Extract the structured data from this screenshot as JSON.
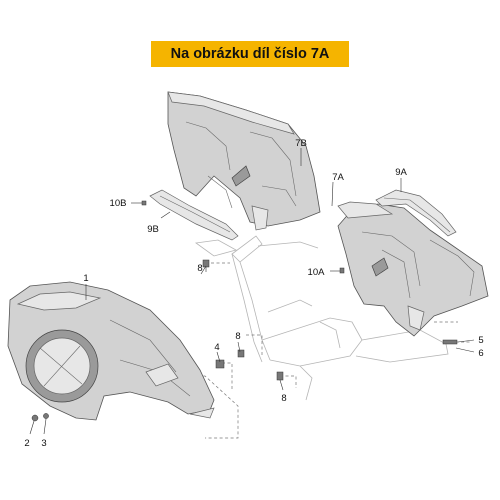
{
  "banner": {
    "text": "Na obrázku díl číslo 7A",
    "color": "#f5b400"
  },
  "callouts": {
    "c1": "1",
    "c2": "2",
    "c3": "3",
    "c4": "4",
    "c5": "5",
    "c6": "6",
    "c7A": "7A",
    "c7B": "7B",
    "c8a": "8",
    "c8b": "8",
    "c8c": "8",
    "c9A": "9A",
    "c9B": "9B",
    "c10A": "10A",
    "c10B": "10B"
  }
}
